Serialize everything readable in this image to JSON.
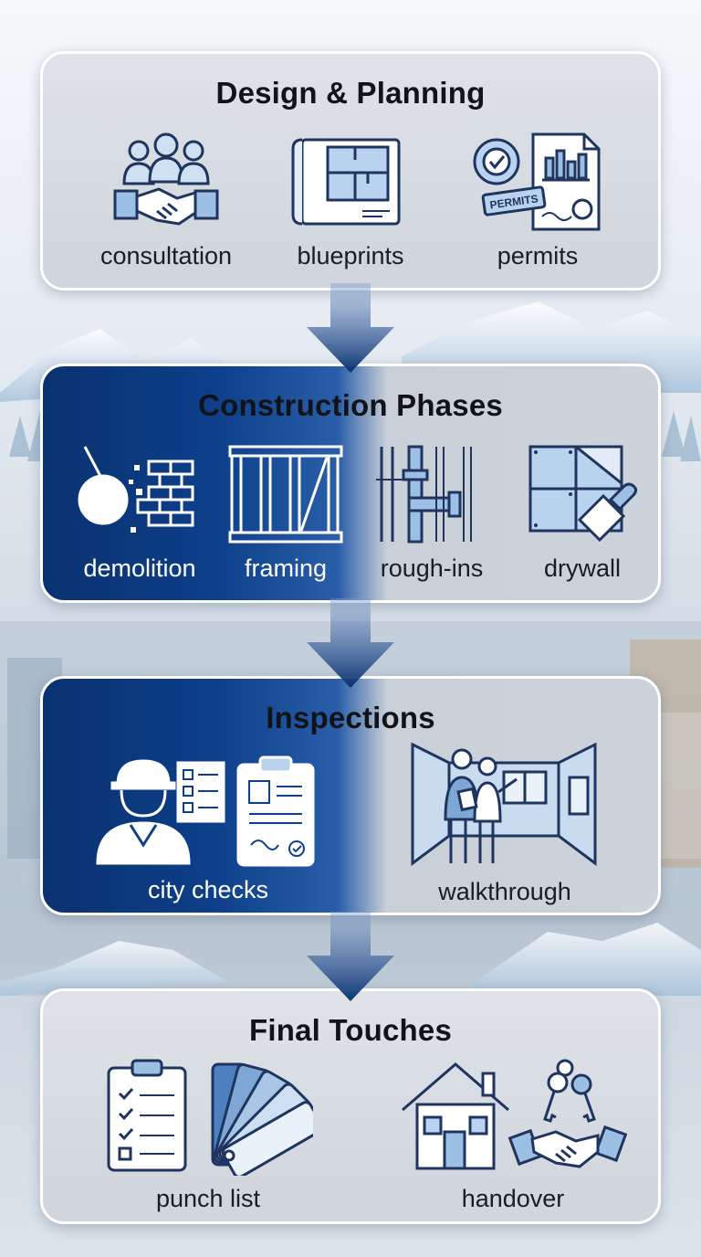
{
  "stages": [
    {
      "title": "Design & Planning",
      "items": [
        {
          "label": "consultation",
          "icon": "handshake-group-icon"
        },
        {
          "label": "blueprints",
          "icon": "blueprint-icon"
        },
        {
          "label": "permits",
          "icon": "permit-document-icon",
          "stamp_text": "PERMITS"
        }
      ]
    },
    {
      "title": "Construction Phases",
      "items": [
        {
          "label": "demolition",
          "icon": "wrecking-ball-icon"
        },
        {
          "label": "framing",
          "icon": "wood-frame-icon"
        },
        {
          "label": "rough-ins",
          "icon": "pipes-icon"
        },
        {
          "label": "drywall",
          "icon": "drywall-trowel-icon"
        }
      ]
    },
    {
      "title": "Inspections",
      "items": [
        {
          "label": "city checks",
          "icon": "inspector-clipboard-icon"
        },
        {
          "label": "walkthrough",
          "icon": "couple-room-icon"
        }
      ]
    },
    {
      "title": "Final Touches",
      "items": [
        {
          "label": "punch list",
          "icon": "checklist-swatches-icon"
        },
        {
          "label": "handover",
          "icon": "house-keys-handshake-icon"
        }
      ]
    }
  ],
  "colors": {
    "dark_blue": "#0d3f8a",
    "light_blue": "#b9d3ee",
    "panel_gray": "#d3d8de",
    "outline": "#1f3560"
  }
}
